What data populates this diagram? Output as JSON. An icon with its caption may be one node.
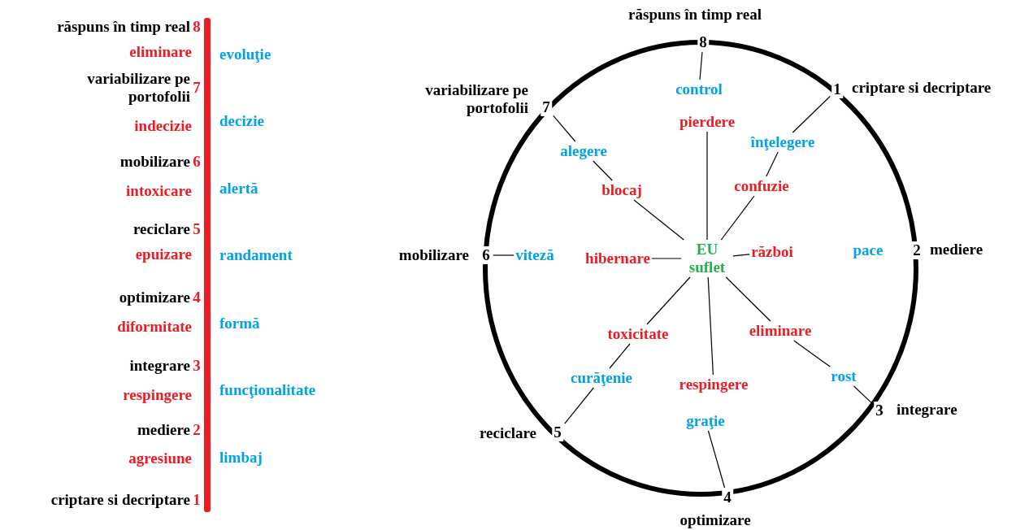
{
  "diagram": {
    "nodes": [
      {
        "text": [
          "EU suflet"
        ]
      },
      {
        "text": [
          "8"
        ],
        "beside": [
          "răspuns în timp real"
        ]
      },
      {
        "text": [
          "control"
        ]
      },
      {
        "text": [
          "pierdere"
        ]
      },
      {
        "text": [
          "1"
        ],
        "beside": [
          "criptare si decriptare"
        ]
      },
      {
        "text": [
          "înţelegere"
        ]
      },
      {
        "text": [
          "confuzie"
        ]
      },
      {
        "text": [
          "2"
        ],
        "beside": [
          "mediere"
        ]
      },
      {
        "text": [
          "pace"
        ]
      },
      {
        "text": [
          "război"
        ]
      },
      {
        "text": [
          "3"
        ],
        "beside": [
          "integrare"
        ]
      },
      {
        "text": [
          "rost"
        ]
      },
      {
        "text": [
          "eliminare"
        ]
      },
      {
        "text": [
          "4"
        ],
        "beside": [
          "optimizare"
        ]
      },
      {
        "text": [
          "graţie"
        ]
      },
      {
        "text": [
          "respingere"
        ]
      },
      {
        "text": [
          "5"
        ],
        "beside": [
          "reciclare"
        ]
      },
      {
        "text": [
          "curăţenie"
        ]
      },
      {
        "text": [
          "toxicitate"
        ]
      },
      {
        "text": [
          "6"
        ],
        "beside": [
          "mobilizare"
        ]
      },
      {
        "text": [
          "viteză"
        ]
      },
      {
        "text": [
          "hibernare"
        ]
      },
      {
        "text": [
          "7"
        ],
        "beside": [
          "variabilizare pe portofolii"
        ]
      },
      {
        "text": [
          "alegere"
        ]
      },
      {
        "text": [
          "blocaj"
        ]
      }
    ],
    "edges": [
      {
        "from": 0,
        "to": 3,
        "arrow": "none"
      },
      {
        "from": 2,
        "to": 1,
        "arrow": "none"
      },
      {
        "from": 0,
        "to": 6,
        "arrow": "none"
      },
      {
        "from": 6,
        "to": 5,
        "arrow": "none"
      },
      {
        "from": 5,
        "to": 4,
        "arrow": "none"
      },
      {
        "from": 0,
        "to": 9,
        "arrow": "none"
      },
      {
        "from": 0,
        "to": 12,
        "arrow": "none"
      },
      {
        "from": 12,
        "to": 11,
        "arrow": "none"
      },
      {
        "from": 11,
        "to": 10,
        "arrow": "none"
      },
      {
        "from": 0,
        "to": 15,
        "arrow": "none"
      },
      {
        "from": 14,
        "to": 13,
        "arrow": "none"
      },
      {
        "from": 0,
        "to": 18,
        "arrow": "none"
      },
      {
        "from": 18,
        "to": 17,
        "arrow": "none"
      },
      {
        "from": 17,
        "to": 16,
        "arrow": "none"
      },
      {
        "from": 0,
        "to": 21,
        "arrow": "none"
      },
      {
        "from": 20,
        "to": 19,
        "arrow": "none"
      },
      {
        "from": 0,
        "to": 24,
        "arrow": "none"
      },
      {
        "from": 24,
        "to": 23,
        "arrow": "none"
      },
      {
        "from": 23,
        "to": 22,
        "arrow": "none"
      }
    ],
    "labels": [
      "răspuns în timp real",
      "8",
      "eliminare",
      "evoluţie",
      "variabilizare pe portofolii",
      "7",
      "indecizie",
      "decizie",
      "mobilizare",
      "6",
      "intoxicare",
      "alertă",
      "reciclare",
      "5",
      "epuizare",
      "randament",
      "optimizare",
      "4",
      "diformitate",
      "formă",
      "integrare",
      "3",
      "respingere",
      "funcţionalitate",
      "mediere",
      "2",
      "agresiune",
      "limbaj",
      "criptare si decriptare",
      "1"
    ]
  }
}
